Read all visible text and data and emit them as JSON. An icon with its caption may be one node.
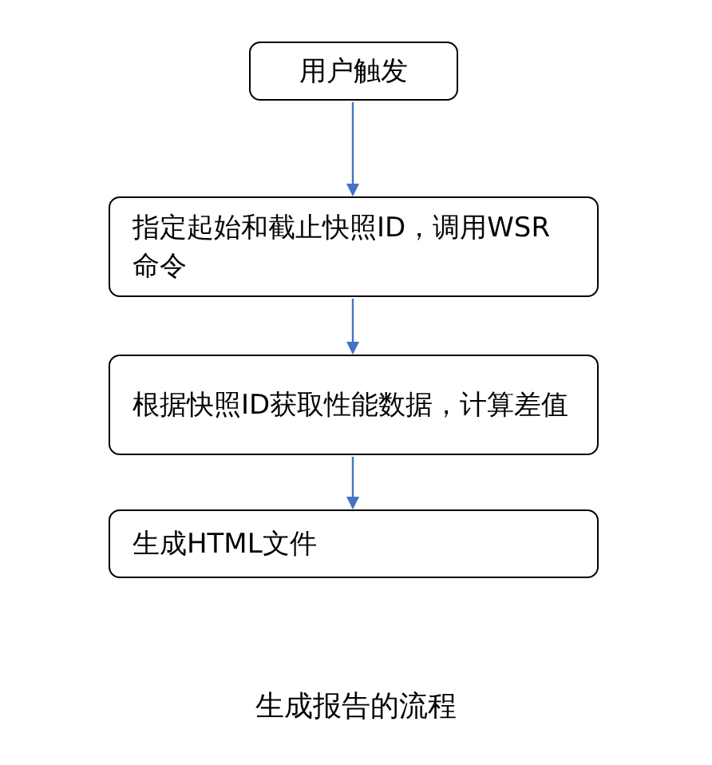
{
  "diagram": {
    "title": "生成报告的流程",
    "nodes": [
      {
        "text": [
          "用户触发"
        ]
      },
      {
        "text": [
          "指定起始和截止快照ID，调用WSR命令"
        ]
      },
      {
        "text": [
          "根据快照ID获取性能数据，计算差值"
        ]
      },
      {
        "text": [
          "生成HTML文件"
        ]
      }
    ],
    "edges": [
      {
        "from": 0,
        "to": 1,
        "arrow": "to"
      },
      {
        "from": 1,
        "to": 2,
        "arrow": "to"
      },
      {
        "from": 2,
        "to": 3,
        "arrow": "to"
      }
    ]
  }
}
